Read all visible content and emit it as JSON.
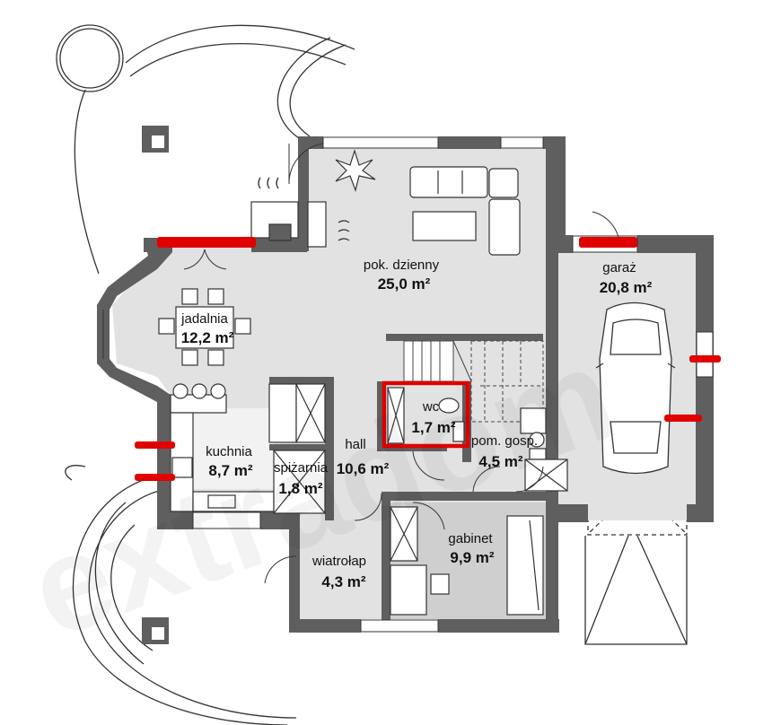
{
  "watermark": "extradom",
  "rooms": [
    {
      "id": "pok_dzienny",
      "name": "pok. dzienny",
      "area": "25,0 m²"
    },
    {
      "id": "jadalnia",
      "name": "jadalnia",
      "area": "12,2 m²"
    },
    {
      "id": "kuchnia",
      "name": "kuchnia",
      "area": "8,7 m²"
    },
    {
      "id": "spizarnia",
      "name": "spiżarnia",
      "area": "1,8 m²"
    },
    {
      "id": "hall",
      "name": "hall",
      "area": "10,6 m²"
    },
    {
      "id": "wc",
      "name": "wc",
      "area": "1,7 m²"
    },
    {
      "id": "pom_gosp",
      "name": "pom. gosp.",
      "area": "4,5 m²"
    },
    {
      "id": "wiatrolap",
      "name": "wiatrołap",
      "area": "4,3 m²"
    },
    {
      "id": "gabinet",
      "name": "gabinet",
      "area": "9,9 m²"
    },
    {
      "id": "garaz",
      "name": "garaż",
      "area": "20,8 m²"
    }
  ],
  "colors": {
    "wall": "#5f5f5f",
    "floor": "#e2e2e2",
    "gabinet_floor": "#cfcfcf",
    "highlight": "#e00000",
    "line": "#333333"
  },
  "highlights": {
    "wc_box": "wc highlight",
    "marks": "red wall marks"
  }
}
